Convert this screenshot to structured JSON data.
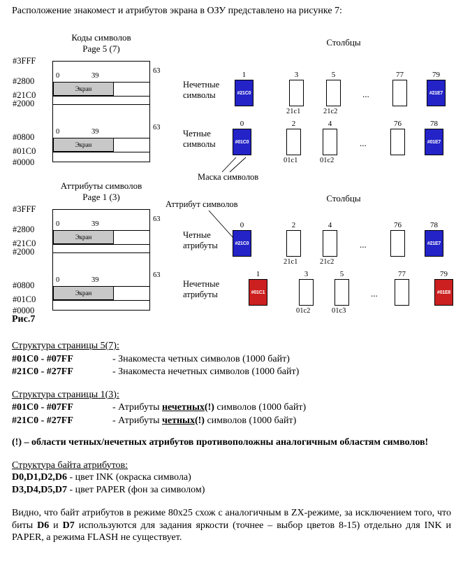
{
  "intro": "Расположение знакомест и атрибутов экрана в ОЗУ представлено на рисунке 7:",
  "figure": {
    "caption": "Рис.7",
    "colors": {
      "blue": "#2323C8",
      "red": "#CC2020",
      "band_gray": "#C8C8C8"
    },
    "columns_title": "Столбцы",
    "mask_label": "Маска символов",
    "attr_pointer_label": "Аттрибут символов",
    "symbols_map": {
      "title": "Коды символов",
      "page": "Page 5 (7)",
      "addresses": [
        "#3FFF",
        "#2800",
        "#21C0",
        "#2000",
        "#0800",
        "#01C0",
        "#0000"
      ],
      "col_first": "0",
      "col_last": "39",
      "col_end": "63",
      "screen": "Экран"
    },
    "attrs_map": {
      "title": "Аттрибуты символов",
      "page": "Page 1 (3)",
      "addresses": [
        "#3FFF",
        "#2800",
        "#21C0",
        "#2000",
        "#0800",
        "#01C0",
        "#0000"
      ],
      "col_first": "0",
      "col_last": "39",
      "col_end": "63",
      "screen": "Экран"
    },
    "rows": {
      "odd_symbols": {
        "label1": "Нечетные",
        "label2": "символы",
        "dots": "...",
        "cells": [
          {
            "top": "1",
            "inside": "#21C0"
          },
          {
            "top": "3",
            "below": "21c1"
          },
          {
            "top": "5",
            "below": "21c2"
          },
          {
            "top": "77"
          },
          {
            "top": "79",
            "inside": "#21E7"
          }
        ]
      },
      "even_symbols": {
        "label1": "Четные",
        "label2": "символы",
        "dots": "...",
        "cells": [
          {
            "top": "0",
            "inside": "#01C0"
          },
          {
            "top": "2",
            "below": "01c1"
          },
          {
            "top": "4",
            "below": "01c2"
          },
          {
            "top": "76"
          },
          {
            "top": "78",
            "inside": "#01E7"
          }
        ]
      },
      "even_attrs": {
        "label1": "Четные",
        "label2": "атрибуты",
        "dots": "...",
        "cells": [
          {
            "top": "0",
            "inside": "#21C0"
          },
          {
            "top": "2",
            "below": "21c1"
          },
          {
            "top": "4",
            "below": "21c2"
          },
          {
            "top": "76"
          },
          {
            "top": "78",
            "inside": "#21E7"
          }
        ]
      },
      "odd_attrs": {
        "label1": "Нечетные",
        "label2": "атрибуты",
        "dots": "...",
        "cells": [
          {
            "top": "1",
            "inside": "#01C1"
          },
          {
            "top": "3",
            "below": "01c2"
          },
          {
            "top": "5",
            "below": "01c3"
          },
          {
            "top": "77"
          },
          {
            "top": "79",
            "inside": "#01E8"
          }
        ]
      }
    }
  },
  "sections": {
    "page5": {
      "heading": "Структура страницы 5(7):",
      "rows": [
        {
          "range": "#01C0 - #07FF",
          "desc": "- Знакоместа четных символов (1000 байт)"
        },
        {
          "range": "#21C0 - #27FF",
          "desc": "- Знакоместа нечетных символов (1000 байт)"
        }
      ]
    },
    "page1": {
      "heading": "Структура страницы 1(3):",
      "rows": [
        {
          "range": "#01C0 - #07FF",
          "pre": "- Атрибуты ",
          "emph": "нечетных",
          "mid": "(!)",
          "post": " символов (1000 байт)"
        },
        {
          "range": "#21C0 - #27FF",
          "pre": "- Атрибуты ",
          "emph": "четных",
          "mid": "(!)",
          "post": " символов (1000 байт)"
        }
      ]
    },
    "warning": "(!) – области четных/нечетных атрибутов противоположны аналогичным областям символов!",
    "attr_byte": {
      "heading": "Структура байта атрибутов:",
      "rows": [
        {
          "bits": "D0,D1,D2,D6",
          "desc": " - цвет INK (окраска символа)"
        },
        {
          "bits": "D3,D4,D5,D7",
          "desc": " - цвет PAPER (фон за символом)"
        }
      ]
    },
    "conclusion": {
      "p1": "Видно, что байт атрибутов в режиме 80x25 схож с аналогичным в ZX-режиме, за исключением того, что биты ",
      "b1": "D6",
      "p2": " и ",
      "b2": "D7",
      "p3": " используются для задания яркости (точнее – выбор цветов 8-15) отдельно для INK и PAPER, а режима FLASH не существует."
    }
  }
}
